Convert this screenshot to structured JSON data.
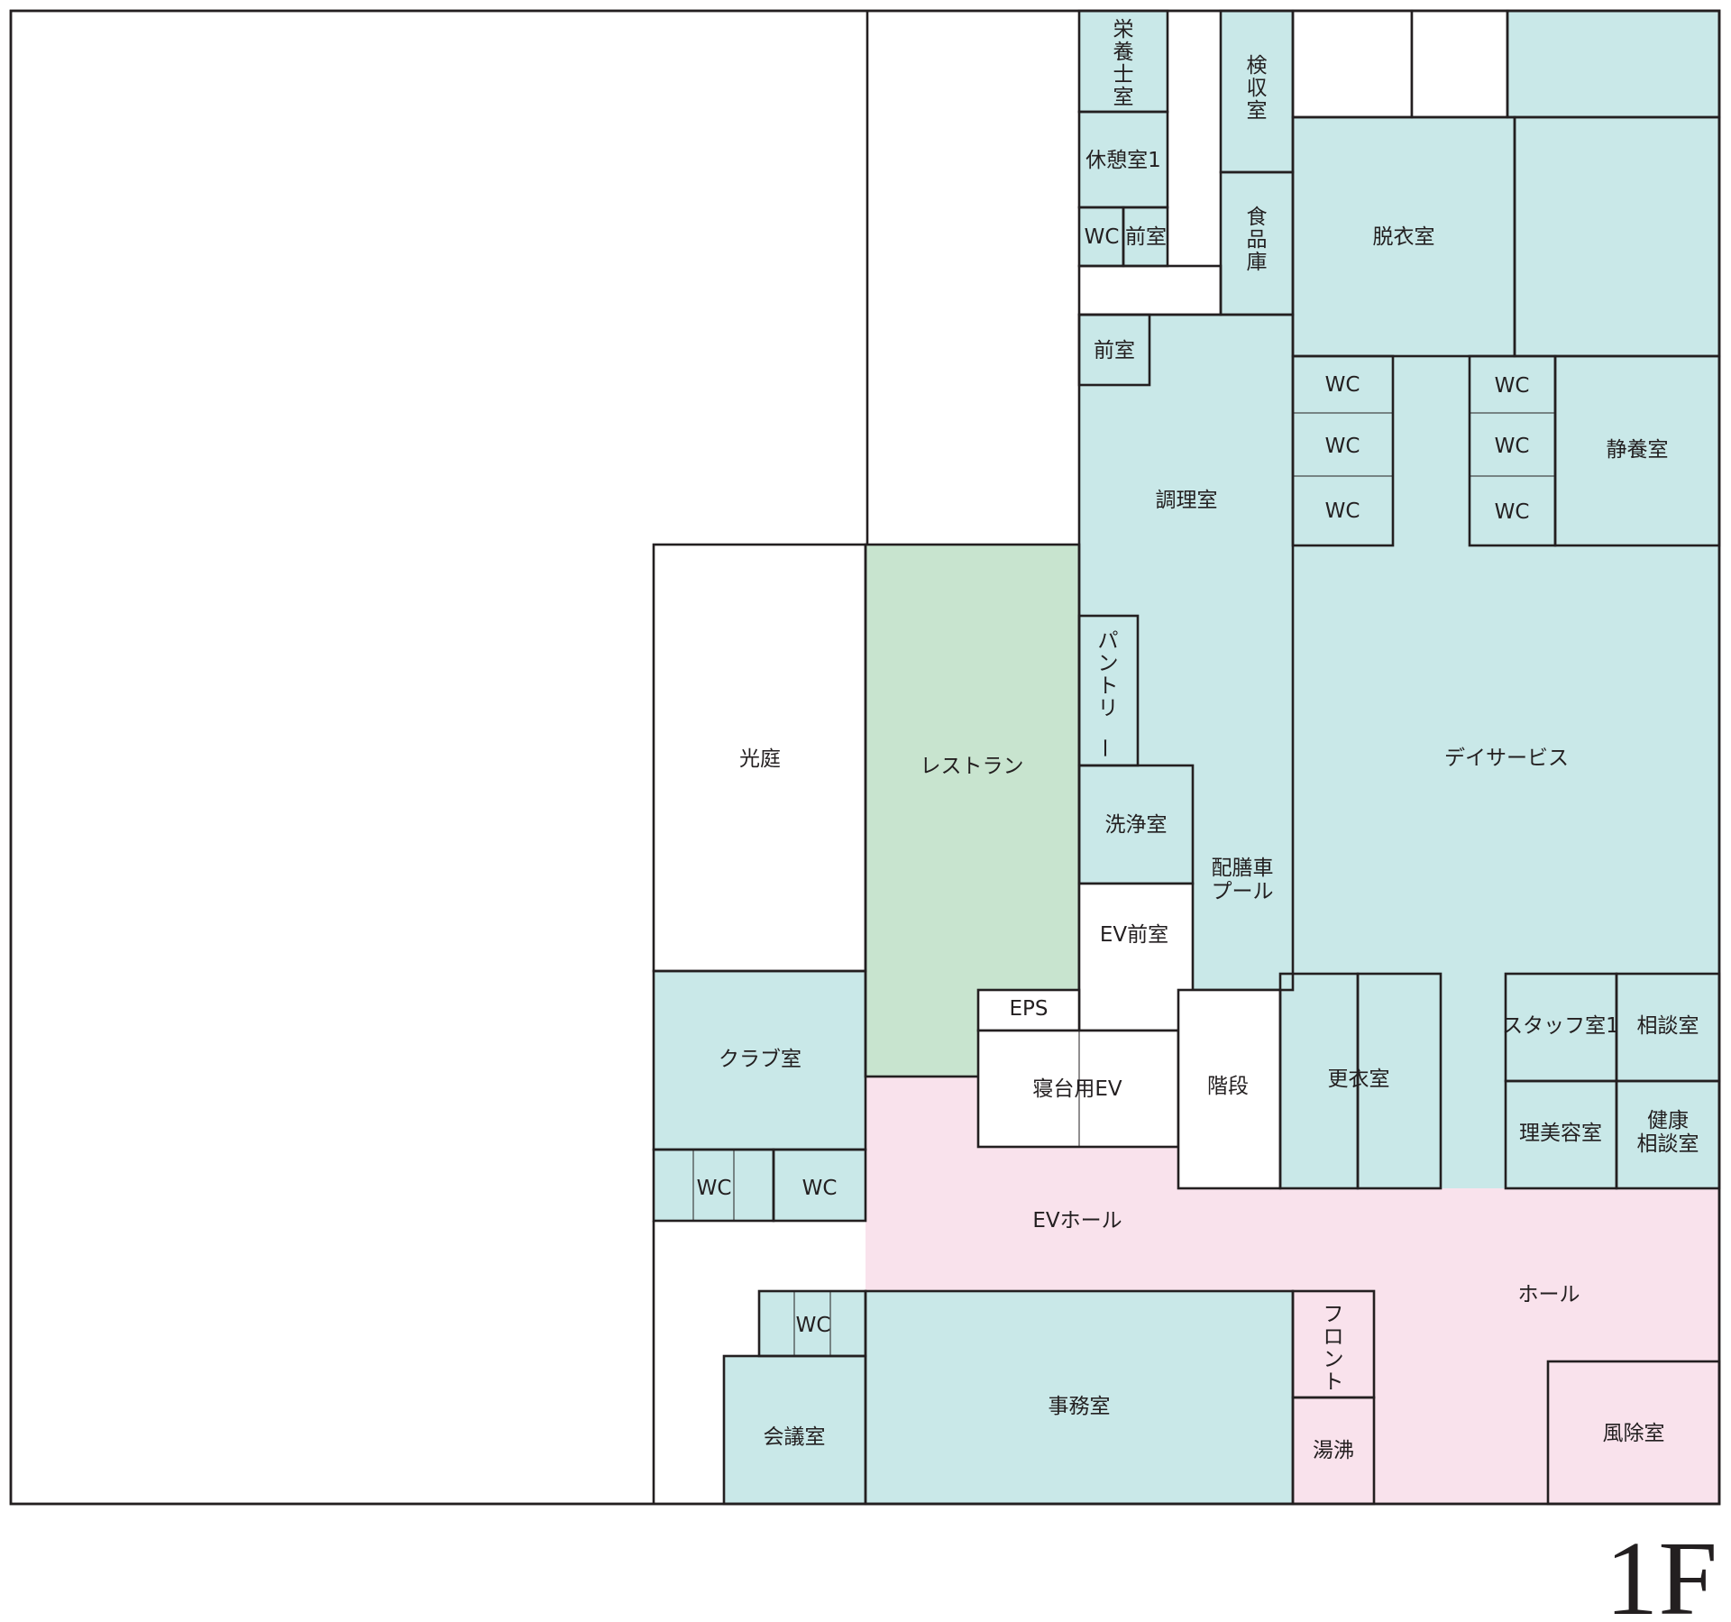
{
  "floor_label": "1F",
  "colors": {
    "blue": "#c9e8e8",
    "green": "#c8e4cf",
    "pink": "#f9e2ec",
    "white": "#ffffff",
    "line": "#231f20"
  },
  "rooms": {
    "eiyoshi": "栄養士室",
    "kyukei1": "休憩室1",
    "wc_north": "WC",
    "zenshitsu_north": "前室",
    "kenshu": "検収室",
    "shokuhinko": "食品庫",
    "datsui": "脱衣室",
    "zenshitsu_kitchen": "前室",
    "chori": "調理室",
    "wc_left_1": "WC",
    "wc_left_2": "WC",
    "wc_left_3": "WC",
    "wc_right_1": "WC",
    "wc_right_2": "WC",
    "wc_right_3": "WC",
    "seiyo": "静養室",
    "kotei": "光庭",
    "restaurant": "レストラン",
    "pantry": "パントリー",
    "senjo": "洗浄室",
    "haizensha": "配膳車\nプール",
    "day_service": "デイサービス",
    "ev_zenshitsu": "EV前室",
    "eps": "EPS",
    "club": "クラブ室",
    "shindai_ev": "寝台用EV",
    "kaidan": "階段",
    "koui": "更衣室",
    "staff1": "スタッフ室1",
    "sodan": "相談室",
    "ribiyo": "理美容室",
    "kenko_sodan": "健康\n相談室",
    "wc_club_1": "WC",
    "wc_club_2": "WC",
    "ev_hall": "EVホール",
    "hall": "ホール",
    "wc_office": "WC",
    "jimu": "事務室",
    "front": "フロント",
    "yuwakashi": "湯沸",
    "kaigi": "会議室",
    "fujo": "風除室"
  }
}
